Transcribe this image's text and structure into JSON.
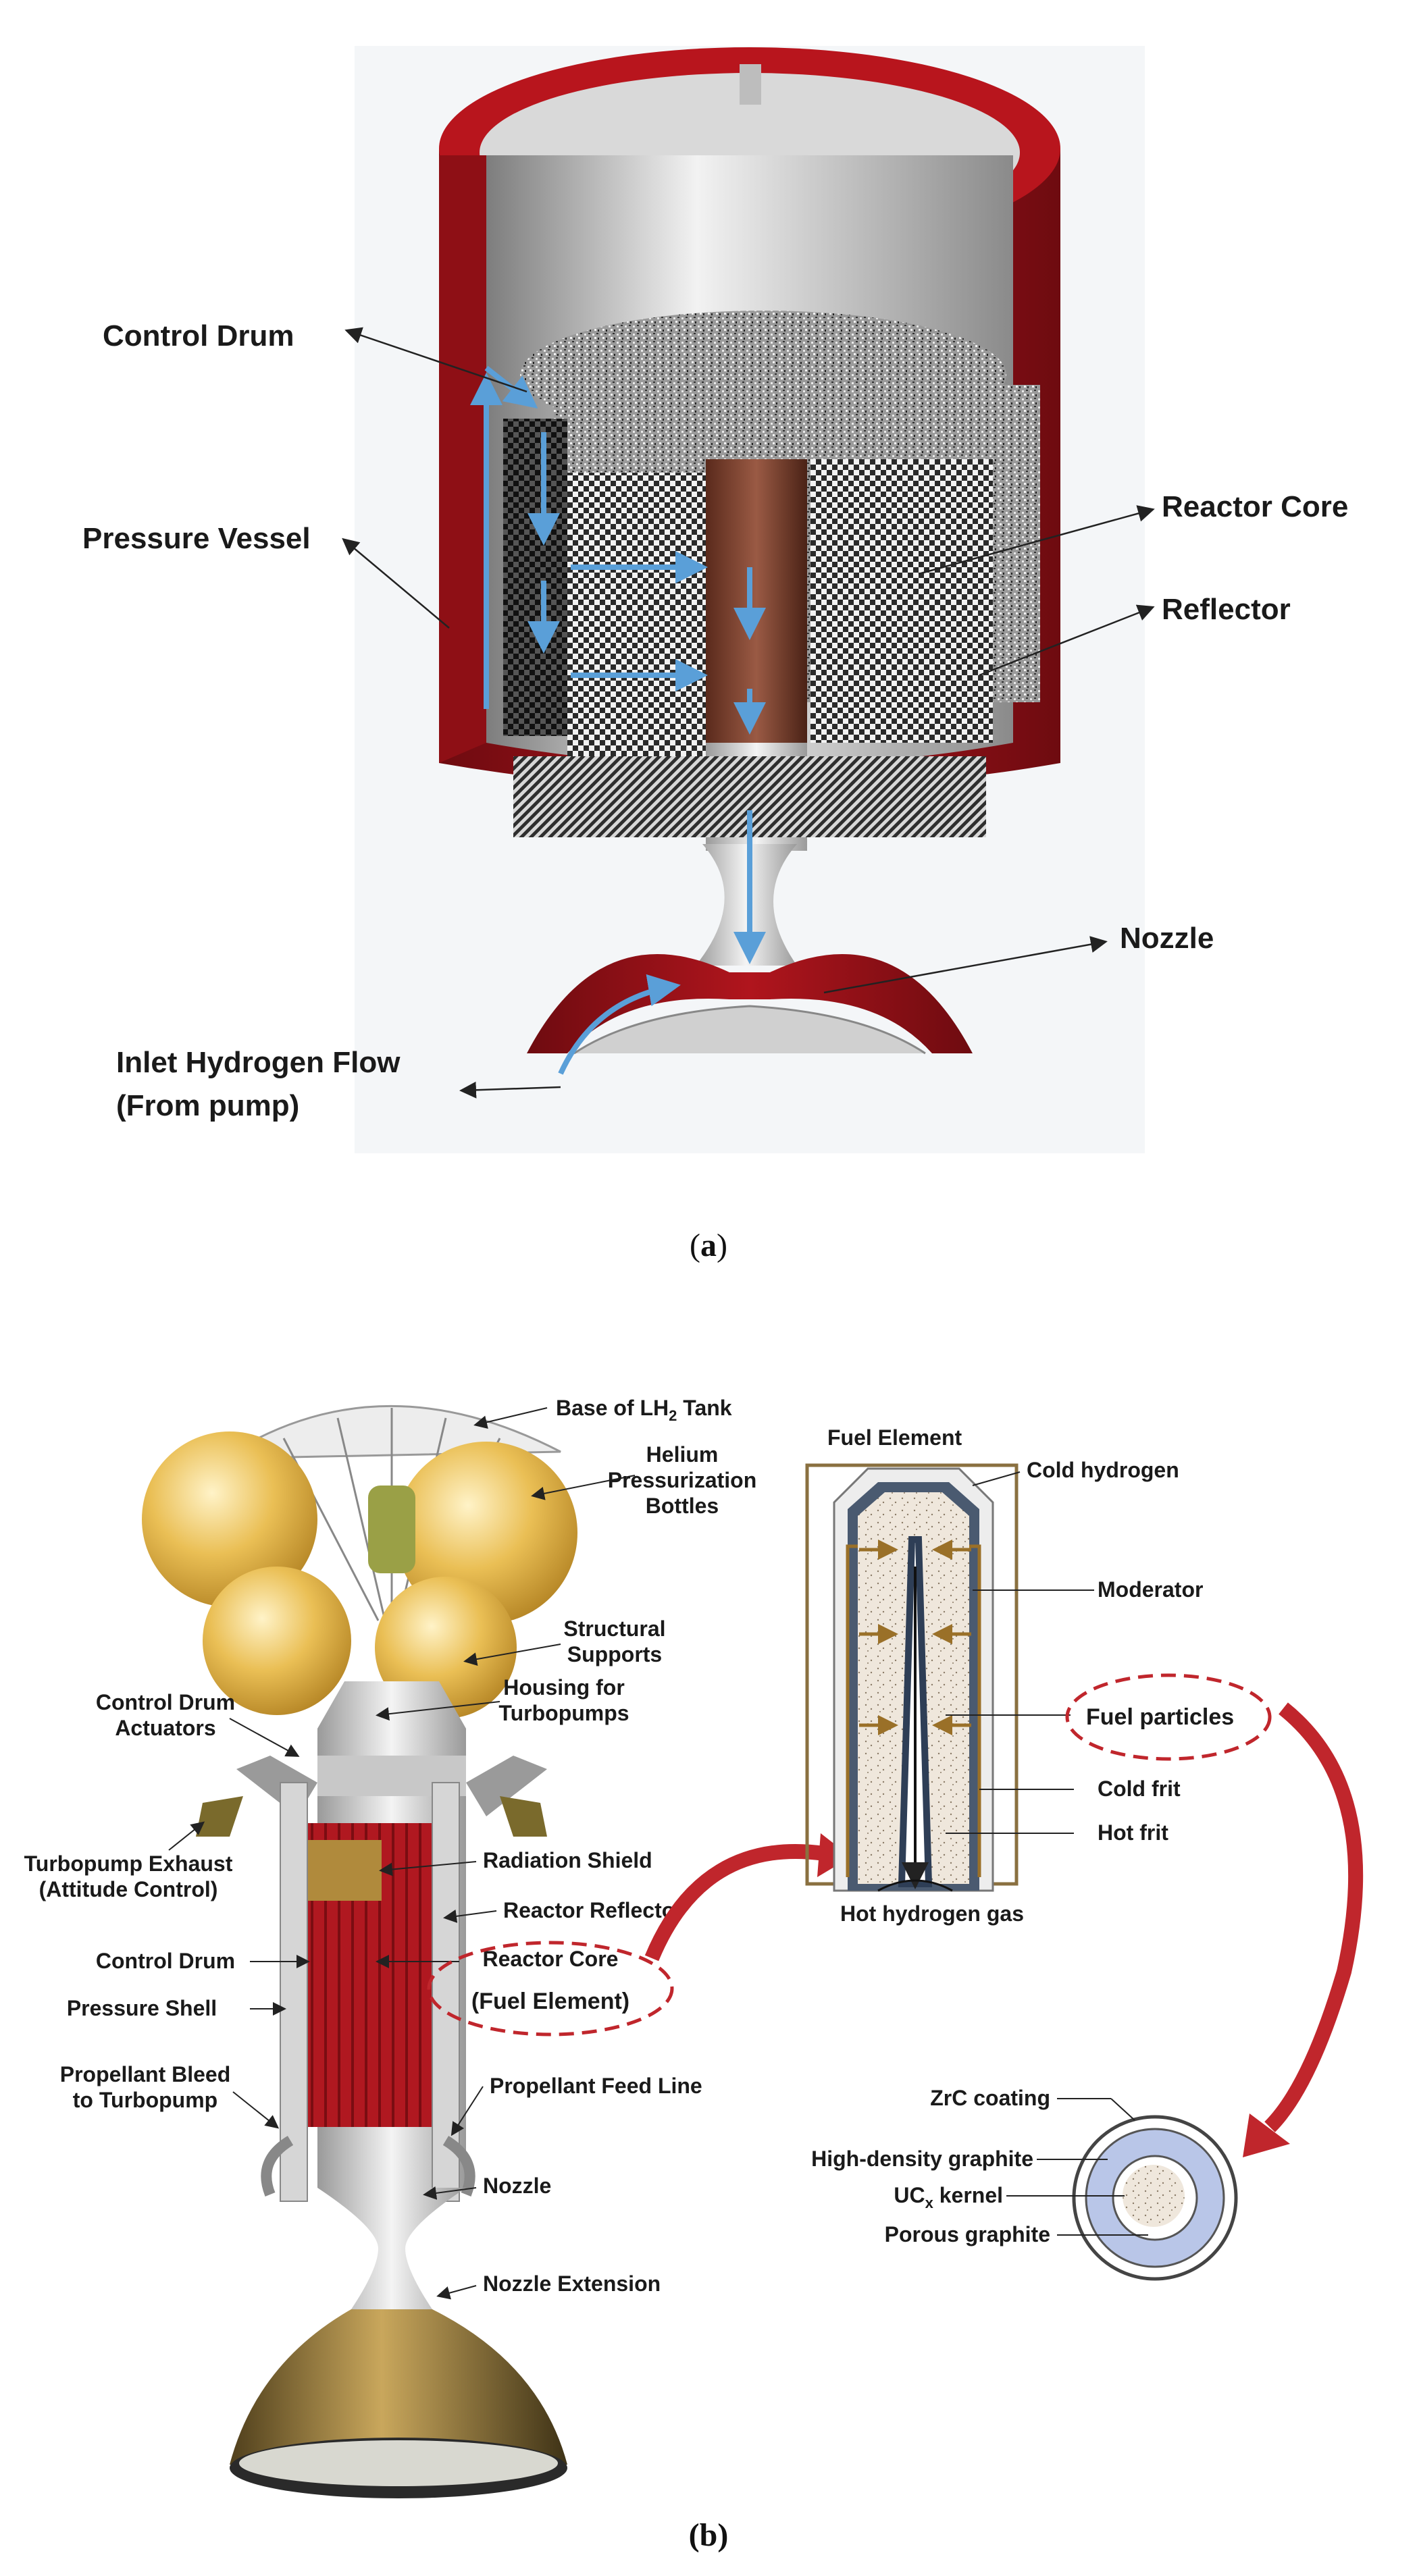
{
  "figure_a": {
    "labels": {
      "control_drum": "Control Drum",
      "pressure_vessel": "Pressure Vessel",
      "reactor_core": "Reactor Core",
      "reflector": "Reflector",
      "nozzle": "Nozzle",
      "inlet_line1": "Inlet Hydrogen Flow",
      "inlet_line2": "(From pump)"
    },
    "caption_open": "(",
    "caption_letter": "a",
    "caption_close": ")"
  },
  "figure_b": {
    "engine_labels": {
      "base_tank_prefix": "Base of LH",
      "base_tank_sub": "2",
      "base_tank_suffix": " Tank",
      "helium_1": "Helium",
      "helium_2": "Pressurization",
      "helium_3": "Bottles",
      "structural_1": "Structural",
      "structural_2": "Supports",
      "housing_1": "Housing for",
      "housing_2": "Turbopumps",
      "actuators_1": "Control Drum",
      "actuators_2": "Actuators",
      "exhaust_1": "Turbopump Exhaust",
      "exhaust_2": "(Attitude Control)",
      "radiation_shield": "Radiation Shield",
      "reactor_reflector": "Reactor Reflector",
      "control_drum": "Control Drum",
      "reactor_core": "Reactor Core",
      "fuel_element": "(Fuel Element)",
      "pressure_shell": "Pressure Shell",
      "bleed_1": "Propellant Bleed",
      "bleed_2": "to Turbopump",
      "feed_line": "Propellant Feed Line",
      "nozzle": "Nozzle",
      "nozzle_extension": "Nozzle Extension"
    },
    "fuel_labels": {
      "fuel_element": "Fuel Element",
      "cold_hydrogen": "Cold hydrogen",
      "moderator": "Moderator",
      "fuel_particles": "Fuel particles",
      "cold_frit": "Cold frit",
      "hot_frit": "Hot frit",
      "hot_hydrogen_gas": "Hot hydrogen gas"
    },
    "particle_labels": {
      "zrc_coating": "ZrC coating",
      "high_density_graphite": "High-density graphite",
      "ucx_prefix": "UC",
      "ucx_sub": "x",
      "ucx_suffix": " kernel",
      "porous_graphite": "Porous graphite"
    },
    "caption": "(b)"
  },
  "colors": {
    "vessel_red": "#a8121a",
    "vessel_red_dark": "#6e0b10",
    "steel_light": "#e6e6e6",
    "steel_dark": "#8f8f8f",
    "flow_blue": "#5a9fd8",
    "bottle_gold": "#e8b84a",
    "engine_core_red": "#b5151d",
    "nozzle_bronze": "#9a7b3c",
    "particle_blue": "#b9c6e8",
    "dashed_red": "#c0262c"
  }
}
